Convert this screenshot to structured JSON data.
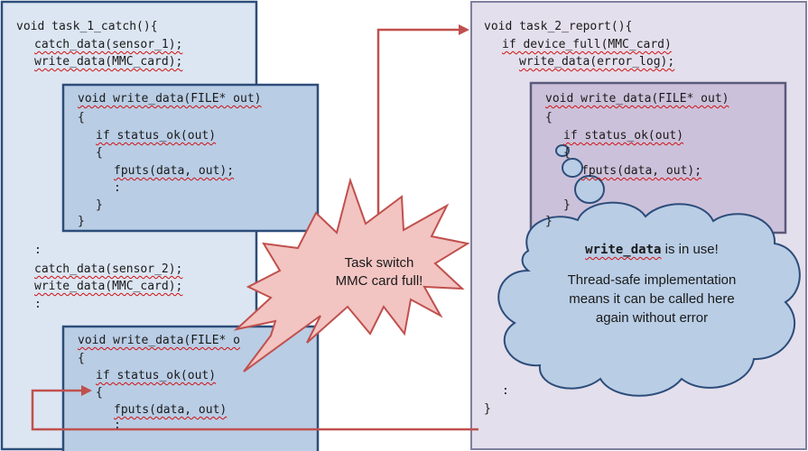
{
  "task1": {
    "header": "void task_1_catch(){",
    "catch1": "catch_data(sensor_1);",
    "write1": "write_data(MMC_card);",
    "dots1": ":",
    "catch2": "catch_data(sensor_2);",
    "write2": "write_data(MMC_card);",
    "dots2": ":"
  },
  "inner1": {
    "sig": "void write_data(FILE* out)",
    "open": "{",
    "if_line": "if status_ok(out)",
    "open2": "{",
    "fputs": "fputs(data, out);",
    "dots": ":",
    "close2": "}",
    "close": "}"
  },
  "inner2": {
    "sig": "void write_data(FILE* o",
    "open": "{",
    "if_line": "if status_ok(out)",
    "open2": "{",
    "fputs": "fputs(data, out)",
    "dots": ":"
  },
  "task2": {
    "header": "void task_2_report(){",
    "if_line": "if device_full(MMC_card)",
    "write": "write_data(error_log);",
    "dots": ":",
    "close": "}"
  },
  "inner3": {
    "sig": "void write_data(FILE* out)",
    "open": "{",
    "if_line": "if status_ok(out)",
    "open2": "{",
    "fputs": "fputs(data, out);",
    "close2": "}",
    "close": "}"
  },
  "burst": {
    "line1": "Task switch",
    "line2": "MMC card full!"
  },
  "cloud": {
    "func": "write_data",
    "in_use": " is in use!",
    "line1": "Thread-safe implementation",
    "line2": "means it can be called here",
    "line3": "again without error"
  },
  "colors": {
    "task1_fill": "#dce6f2",
    "task1_border": "#2c4d7a",
    "inner1_fill": "#b9cde5",
    "task2_fill": "#e4dfec",
    "task2_border": "#7f7f9f",
    "inner3_fill": "#ccc1da",
    "burst_fill": "#f2c4c2",
    "burst_border": "#c0504d",
    "cloud_fill": "#b9cde5",
    "cloud_border": "#2c4d7a",
    "arrow": "#c0504d"
  }
}
